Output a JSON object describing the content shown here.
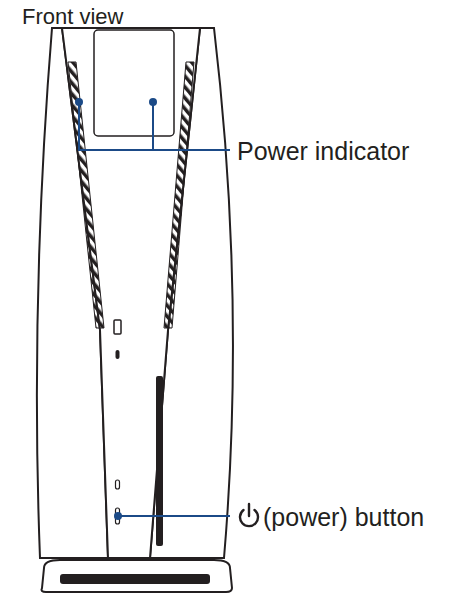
{
  "diagram": {
    "title": "Front view",
    "labels": [
      "Power indicator",
      "(power) button"
    ]
  }
}
